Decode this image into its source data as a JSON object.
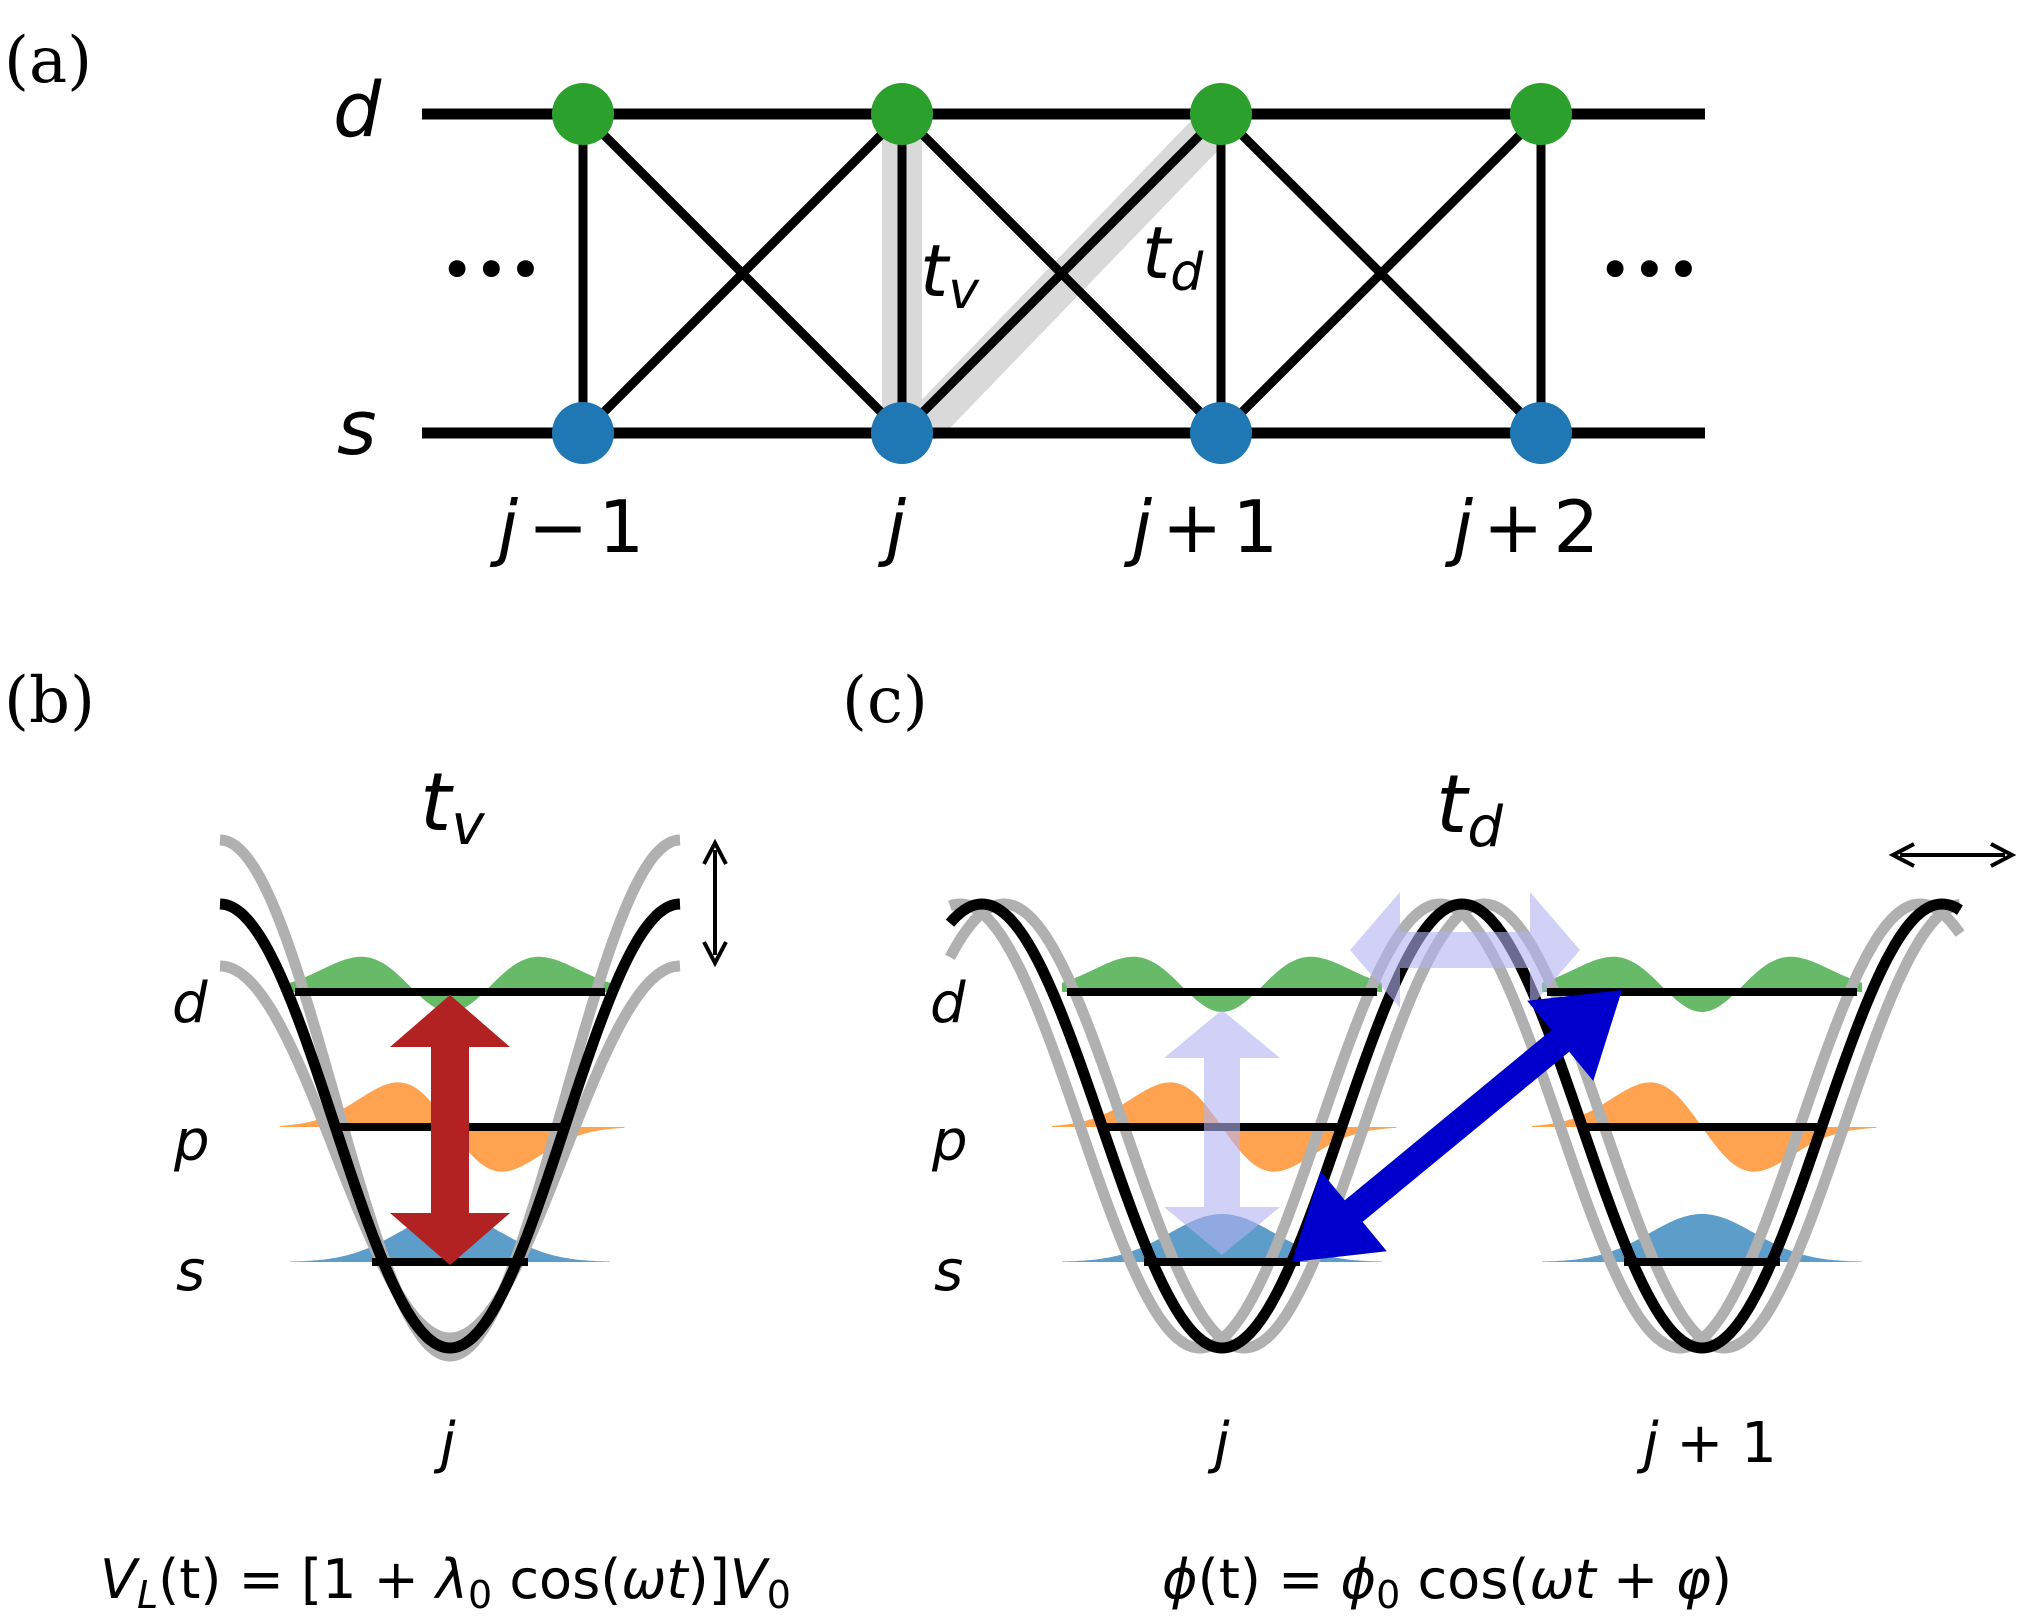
{
  "panels": {
    "a": "(a)",
    "b": "(b)",
    "c": "(c)"
  },
  "lattice": {
    "row_top": "d",
    "row_bottom": "s",
    "site_labels": [
      {
        "j": "j",
        "op": "−",
        "n": "1"
      },
      {
        "j": "j",
        "op": "",
        "n": ""
      },
      {
        "j": "j",
        "op": "+",
        "n": "1"
      },
      {
        "j": "j",
        "op": "+",
        "n": "2"
      }
    ],
    "ellipsis": "•••",
    "tv": {
      "base": "t",
      "sub": "v"
    },
    "td": {
      "base": "t",
      "sub": "d"
    }
  },
  "panel_b": {
    "title": {
      "base": "t",
      "sub": "v"
    },
    "levels": [
      "d",
      "p",
      "s"
    ],
    "site": "j",
    "formula": {
      "lhs": "V",
      "lhs_sub": "L",
      "arg": "(t) = [1 + ",
      "lam": "λ",
      "lam_sub": "0",
      "cos": " cos(",
      "omega": "ωt",
      "close": ")]",
      "v": "V",
      "v_sub": "0"
    }
  },
  "panel_c": {
    "title": {
      "base": "t",
      "sub": "d"
    },
    "levels": [
      "d",
      "p",
      "s"
    ],
    "sites": [
      {
        "j": "j",
        "suffix": ""
      },
      {
        "j": "j",
        "suffix": " + 1"
      }
    ],
    "formula": {
      "phi": "ϕ",
      "t": "(t) = ",
      "phi0": "ϕ",
      "phi0_sub": "0",
      "cos": " cos(",
      "omega": "ωt",
      "plus": " + ",
      "varphi": "φ",
      "close": ")"
    }
  },
  "colors": {
    "d_site": "#2ca02c",
    "s_site": "#1f77b4",
    "p_wave": "#ff7f0e",
    "highlight": "#d9d9d9",
    "red_arrow": "#b22222",
    "blue_arrow": "#0000cc",
    "faint_arrow": "#b3b3f2"
  }
}
